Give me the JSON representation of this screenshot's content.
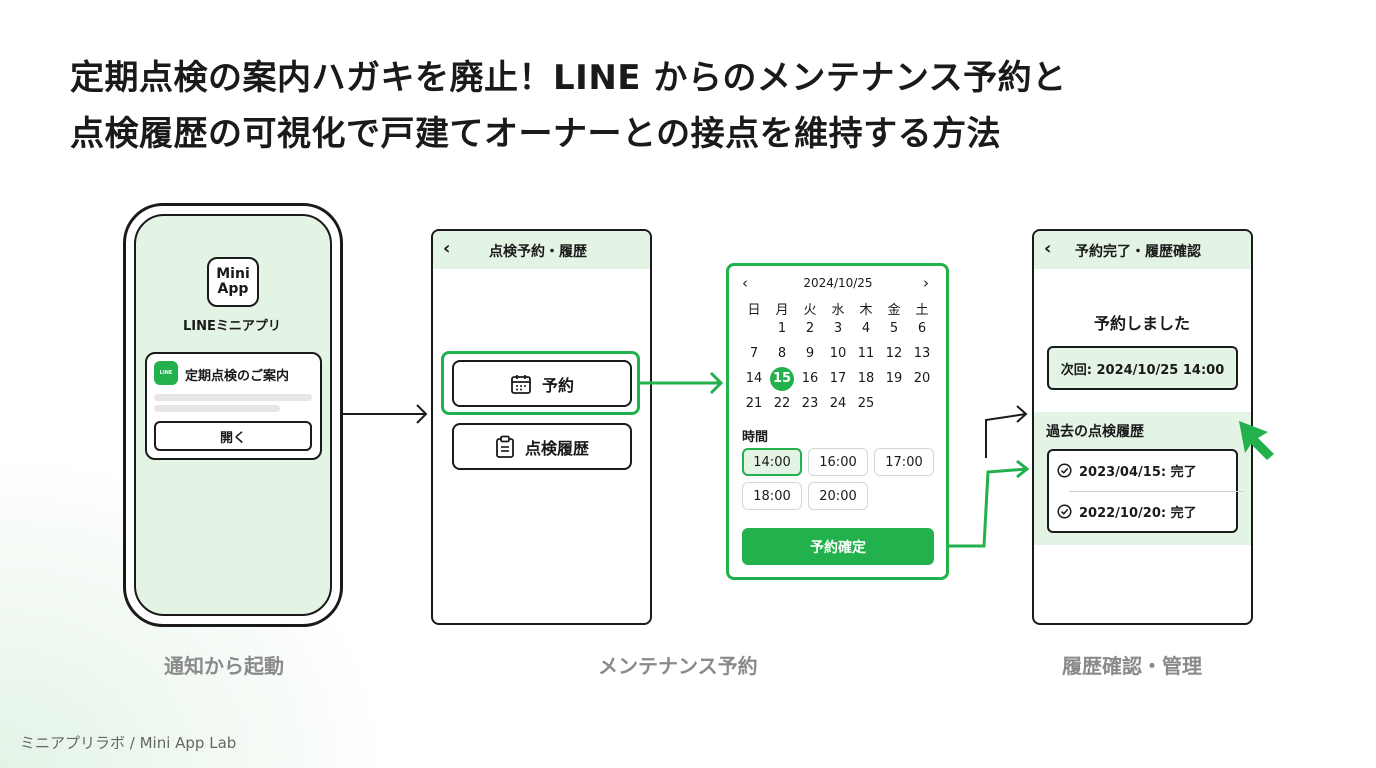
{
  "title": {
    "line1": "定期点検の案内ハガキを廃止！LINE からのメンテナンス予約と",
    "line2": "点検履歴の可視化で戸建てオーナーとの接点を維持する方法"
  },
  "phone": {
    "app_icon_line1": "Mini",
    "app_icon_line2": "App",
    "app_name": "LINEミニアプリ",
    "badge": "LINE",
    "notification_title": "定期点検のご案内",
    "open_button": "開く"
  },
  "screen1": {
    "back": "‹",
    "header": "点検予約・履歴",
    "reserve_button": "予約",
    "history_button": "点検履歴"
  },
  "calendar": {
    "prev": "‹",
    "next": "›",
    "month_label": "2024/10/25",
    "weekdays": [
      "日",
      "月",
      "火",
      "水",
      "木",
      "金",
      "土"
    ],
    "weeks": [
      [
        "",
        "1",
        "2",
        "3",
        "4",
        "5",
        "6"
      ],
      [
        "7",
        "8",
        "9",
        "10",
        "11",
        "12",
        "13"
      ],
      [
        "14",
        "15",
        "16",
        "17",
        "18",
        "19",
        "20"
      ],
      [
        "21",
        "22",
        "23",
        "24",
        "25",
        "",
        ""
      ]
    ],
    "selected_day": "15",
    "time_label": "時間",
    "times": [
      "14:00",
      "16:00",
      "17:00",
      "18:00",
      "20:00"
    ],
    "selected_time": "14:00",
    "confirm_button": "予約確定"
  },
  "screen3": {
    "back": "‹",
    "header": "予約完了・履歴確認",
    "done_message": "予約しました",
    "next_appointment": "次回: 2024/10/25 14:00",
    "history_title": "過去の点検履歴",
    "history": [
      "2023/04/15: 完了",
      "2022/10/20: 完了"
    ]
  },
  "captions": {
    "step1": "通知から起動",
    "step2": "メンテナンス予約",
    "step3": "履歴確認・管理"
  },
  "footer": "ミニアプリラボ / Mini App Lab",
  "colors": {
    "accent": "#22b14c",
    "light_green": "#e3f3e4",
    "text": "#1a1a1a",
    "caption": "#8a8a8a"
  }
}
